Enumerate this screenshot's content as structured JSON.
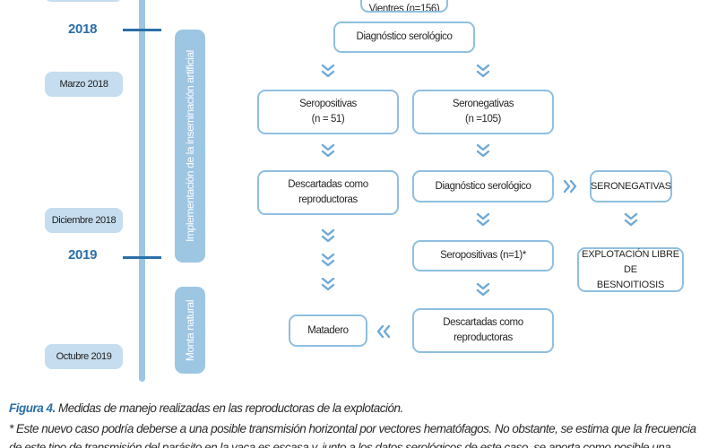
{
  "timeline": {
    "years": [
      "2018",
      "2019"
    ],
    "dates": [
      "Marzo 2018",
      "Diciembre 2018",
      "Octubre 2019"
    ],
    "phases": [
      "Implementación de la inseminación artificial",
      "Monta natural"
    ]
  },
  "flow": {
    "top_box": "Vientres (n=156)",
    "diag1": "Diagnóstico serológico",
    "seropos_label": "Seropositivas",
    "seropos_count": "(n = 51)",
    "seroneg_label": "Seronegativas",
    "seroneg_count": "(n =105)",
    "discarded1_line1": "Descartadas como",
    "discarded1_line2": "reproductoras",
    "diag2": "Diagnóstico serológico",
    "seronegativas_caps": "SERONEGATIVAS",
    "seropos2": "Seropositivas (n=1)*",
    "free_line1": "EXPLOTACIÓN LIBRE DE",
    "free_line2": "BESNOITIOSIS",
    "discarded2_line1": "Descartadas como",
    "discarded2_line2": "reproductoras",
    "slaughter": "Matadero"
  },
  "caption": {
    "figure_label": "Figura 4.",
    "figure_text": " Medidas de manejo realizadas en las reproductoras de la explotación.",
    "note_line1": "* Este nuevo caso podría deberse a una posible transmisión horizontal por vectores hematófagos. No obstante, se estima que la frecuencia",
    "note_line2": "de este tipo de transmisión del parásito en la vaca es escasa y, junto a los datos serológicos de este caso, se aporta como posible una"
  },
  "colors": {
    "accent": "#2a6fa8",
    "light_blue": "#9cc6e2",
    "pill_blue": "#c5ddee",
    "box_border": "#8fbfe0",
    "chevron": "#6fa9d6"
  }
}
